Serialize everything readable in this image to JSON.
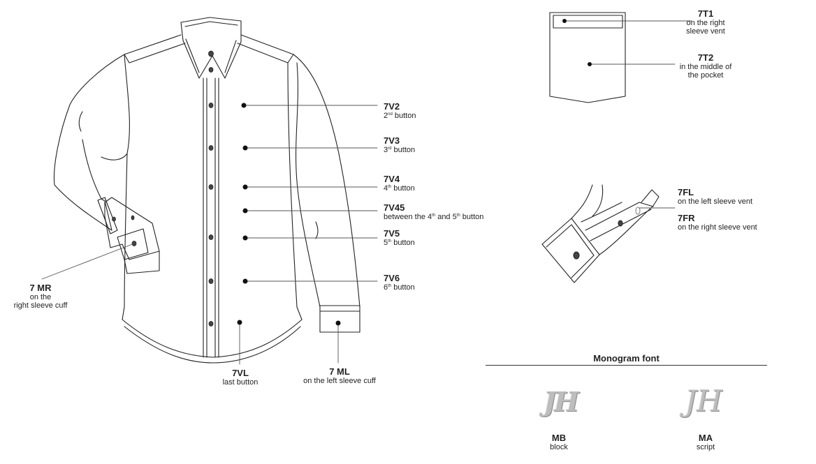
{
  "labels": {
    "7V2": {
      "code": "7V2",
      "desc_pre": "2",
      "desc_sup": "nd",
      "desc_post": " button"
    },
    "7V3": {
      "code": "7V3",
      "desc_pre": "3",
      "desc_sup": "rd",
      "desc_post": " button"
    },
    "7V4": {
      "code": "7V4",
      "desc_pre": "4",
      "desc_sup": "th",
      "desc_post": " button"
    },
    "7V45": {
      "code": "7V45",
      "desc_pre": "between the 4",
      "desc_sup": "th",
      "desc_mid": " and 5",
      "desc_sup2": "th",
      "desc_post": " button"
    },
    "7V5": {
      "code": "7V5",
      "desc_pre": "5",
      "desc_sup": "th",
      "desc_post": " button"
    },
    "7V6": {
      "code": "7V6",
      "desc_pre": "6",
      "desc_sup": "th",
      "desc_post": " button"
    },
    "7VL": {
      "code": "7VL",
      "desc": "last button"
    },
    "7ML": {
      "code": "7 ML",
      "desc": "on the left sleeve cuff"
    },
    "7MR": {
      "code": "7 MR",
      "desc_line1": "on the",
      "desc_line2": "right sleeve cuff"
    },
    "7T1": {
      "code": "7T1",
      "desc_line1": "on the right",
      "desc_line2": "sleeve vent"
    },
    "7T2": {
      "code": "7T2",
      "desc_line1": "in the middle of",
      "desc_line2": "the pocket"
    },
    "7FL": {
      "code": "7FL",
      "desc": "on the left sleeve vent"
    },
    "7FR": {
      "code": "7FR",
      "desc": "on the right sleeve vent"
    }
  },
  "monogram": {
    "title": "Monogram font",
    "fonts": [
      {
        "code": "MB",
        "desc": "block",
        "sample": "JH"
      },
      {
        "code": "MA",
        "desc": "script",
        "sample": "JH"
      }
    ]
  },
  "colors": {
    "line": "#222222",
    "dot": "#111111",
    "leader": "#555555"
  }
}
